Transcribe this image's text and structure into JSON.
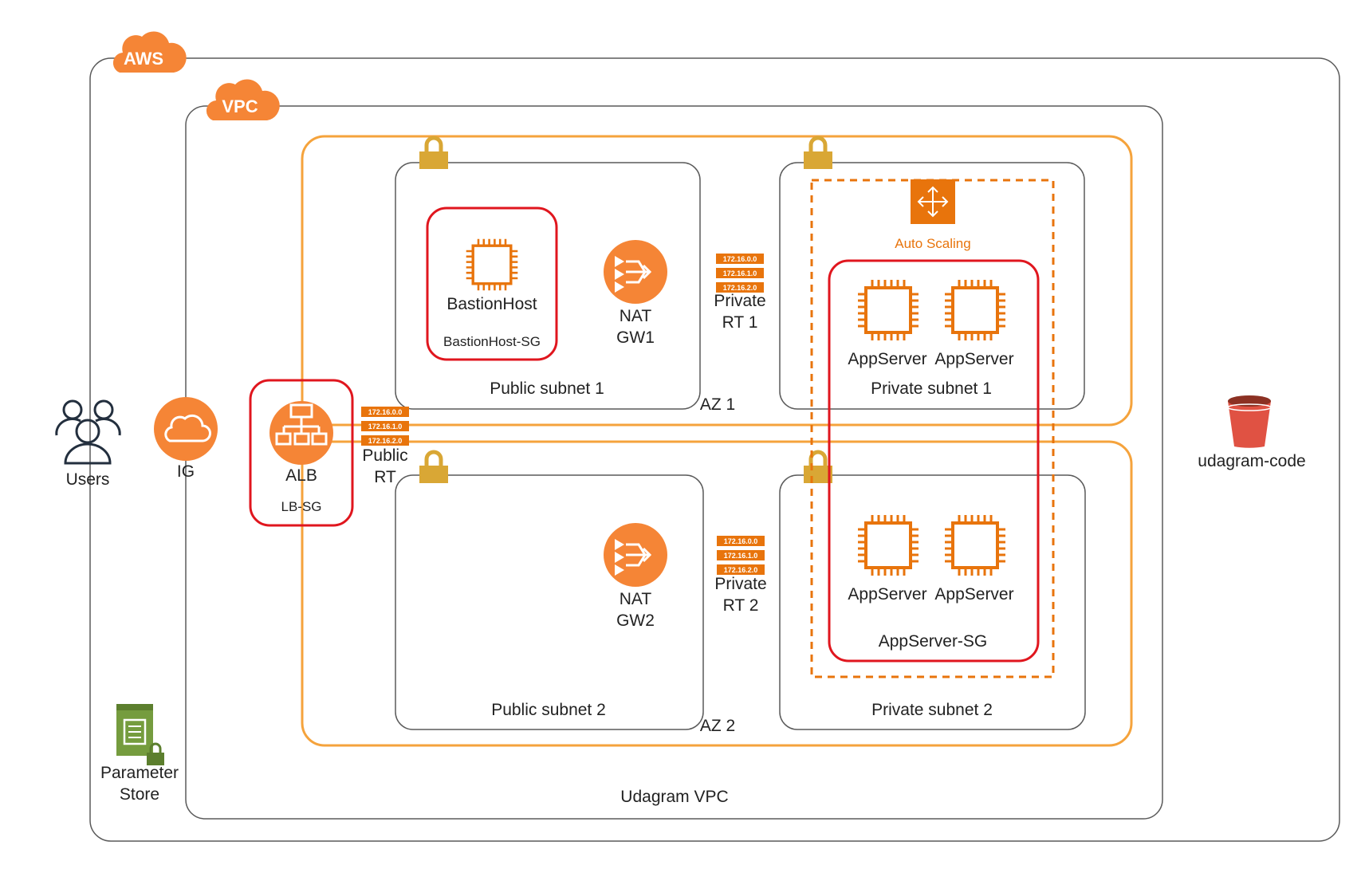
{
  "aws_badge": "AWS",
  "vpc_badge": "VPC",
  "vpc_name": "Udagram VPC",
  "users": "Users",
  "ig": "IG",
  "alb": "ALB",
  "lb_sg": "LB-SG",
  "public_rt": {
    "line1": "Public",
    "line2": "RT"
  },
  "route_table_rows": [
    "172.16.0.0",
    "172.16.1.0",
    "172.16.2.0"
  ],
  "az1": "AZ 1",
  "az2": "AZ 2",
  "public_subnet_1": "Public subnet 1",
  "public_subnet_2": "Public subnet 2",
  "private_subnet_1": "Private subnet 1",
  "private_subnet_2": "Private subnet 2",
  "bastion": {
    "name": "BastionHost",
    "sg": "BastionHost-SG"
  },
  "nat1": {
    "line1": "NAT",
    "line2": "GW1"
  },
  "nat2": {
    "line1": "NAT",
    "line2": "GW2"
  },
  "private_rt_1": {
    "line1": "Private",
    "line2": "RT 1"
  },
  "private_rt_2": {
    "line1": "Private",
    "line2": "RT 2"
  },
  "auto_scaling": "Auto Scaling",
  "app_server": "AppServer",
  "app_server_sg": "AppServer-SG",
  "parameter_store": {
    "line1": "Parameter",
    "line2": "Store"
  },
  "bucket": "udagram-code",
  "colors": {
    "aws_orange": "#F58536",
    "az_orange": "#F5A33C",
    "sg_red": "#E0161E",
    "lock_gold": "#D9A735",
    "border_gray": "#5A5A5A",
    "bucket_red": "#E05243",
    "param_green": "#759C3E"
  }
}
